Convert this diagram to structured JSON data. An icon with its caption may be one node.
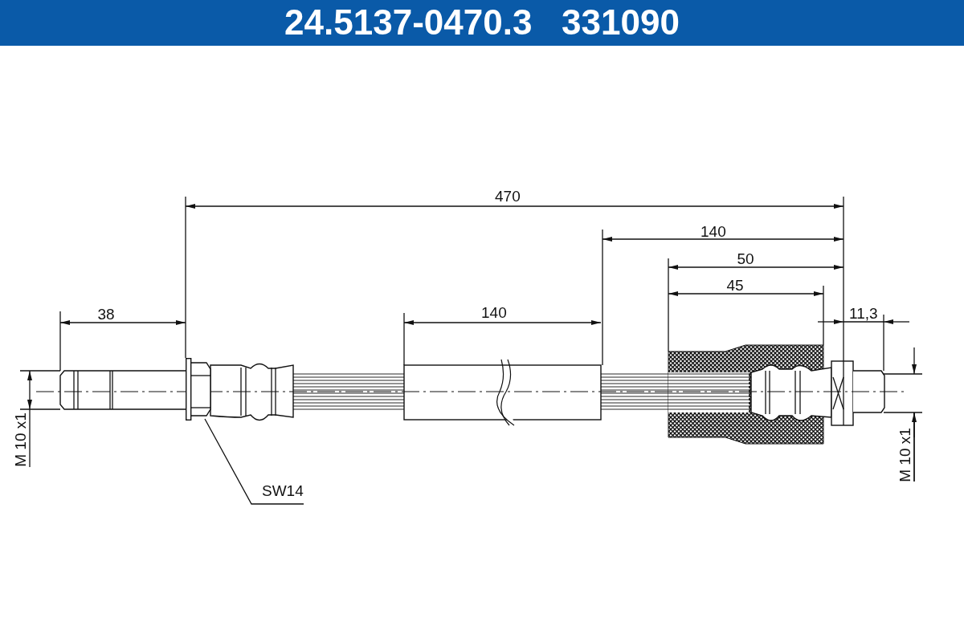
{
  "diagram": {
    "title": "24.5137-0470.3   331090",
    "nodes": [
      {
        "text": [
          "SW14"
        ]
      },
      {
        "text": [],
        "shape": "picture"
      }
    ],
    "edges": [
      {
        "from": 0,
        "to": 1,
        "arrow": "none"
      }
    ],
    "labels": [
      "470",
      "140",
      "50",
      "45",
      "38",
      "140",
      "11,3",
      "M 10 x1",
      "M 10 x1"
    ]
  }
}
